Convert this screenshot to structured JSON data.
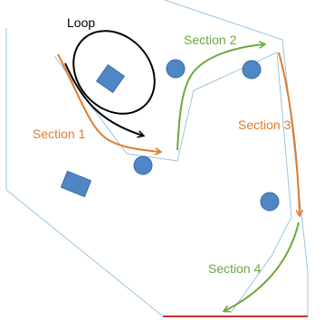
{
  "labels": {
    "loop": "Loop",
    "section1": "Section 1",
    "section2": "Section 2",
    "section3": "Section 3",
    "section4": "Section 4"
  },
  "colors": {
    "track_edge": "#9cc3e0",
    "loop": "#000000",
    "section1": "#e07b2c",
    "section2": "#6aa83c",
    "section3": "#e07b2c",
    "section4": "#6aa83c",
    "obstacle_fill": "#4f86c6",
    "obstacle_stroke": "#3a6aa3",
    "finish_line": "#cc3333"
  }
}
